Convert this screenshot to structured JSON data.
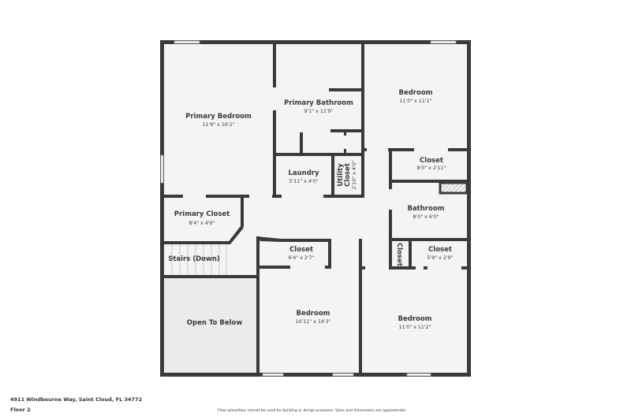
{
  "address": "4911 Windbourne Way, Saint Cloud, FL 34772",
  "floor": "Floor 2",
  "disclaimer": "Floor plans/tour cannot be used for building or design purposes. Sizes and dimensions are approximate.",
  "rooms": {
    "primary_bedroom": {
      "name": "Primary Bedroom",
      "dim": "11'9\" x 16'2\""
    },
    "primary_bathroom": {
      "name": "Primary Bathroom",
      "dim": "9'1\" x 11'9\""
    },
    "bedroom_ne": {
      "name": "Bedroom",
      "dim": "11'0\" x 11'1\""
    },
    "closet_ne": {
      "name": "Closet",
      "dim": "8'0\" x 2'11\""
    },
    "laundry": {
      "name": "Laundry",
      "dim": "5'11\" x 4'0\""
    },
    "utility_closet": {
      "name1": "Utility",
      "name2": "Closet",
      "dim": "2'10\" x 4'0\""
    },
    "bathroom": {
      "name": "Bathroom",
      "dim": "8'0\" x 6'0\""
    },
    "primary_closet": {
      "name": "Primary Closet",
      "dim": "8'4\" x 4'6\""
    },
    "stairs": {
      "name": "Stairs (Down)"
    },
    "closet_mid": {
      "name": "Closet",
      "dim": "6'4\" x 2'7\""
    },
    "closet_small": {
      "name": "Closet"
    },
    "closet_se": {
      "name": "Closet",
      "dim": "5'9\" x 2'9\""
    },
    "open_to_below": {
      "name": "Open To Below"
    },
    "bedroom_s": {
      "name": "Bedroom",
      "dim": "10'11\" x 14'3\""
    },
    "bedroom_se": {
      "name": "Bedroom",
      "dim": "11'0\" x 11'2\""
    }
  },
  "colors": {
    "wall": "#3a3a3a",
    "floor": "#f4f4f4",
    "open_to_below": "#ebebeb"
  }
}
